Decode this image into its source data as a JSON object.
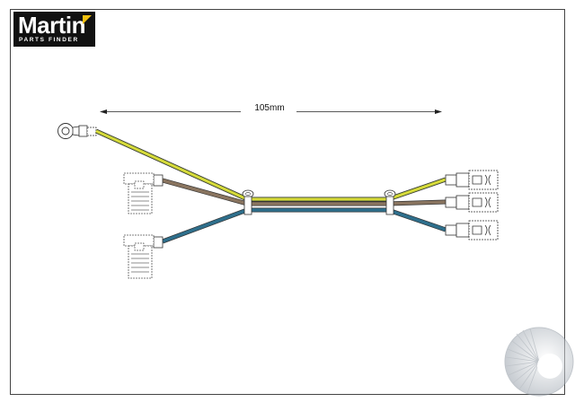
{
  "logo": {
    "brand": "Martin",
    "tagline": "PARTS FINDER"
  },
  "diagram": {
    "dimension_label": "105mm"
  },
  "colors": {
    "wire_yellow_green": "#b8c83a",
    "wire_brown": "#8a7560",
    "wire_blue": "#2e6f8c",
    "logo_background": "#111111",
    "logo_accent": "#f2c10f"
  }
}
